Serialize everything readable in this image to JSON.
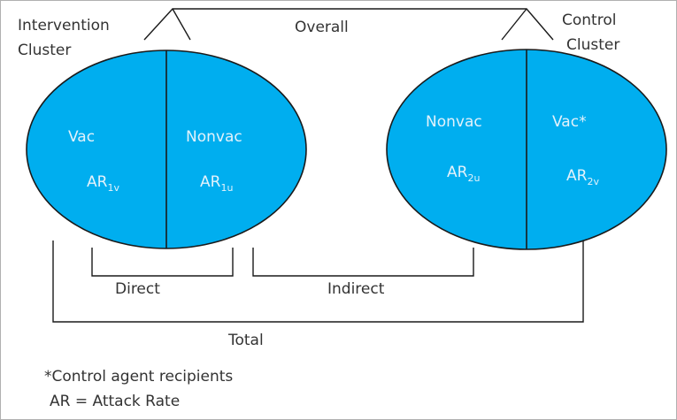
{
  "colors": {
    "ellipse_fill": "#00aeef",
    "line": "#1a1a1a",
    "text_dark": "#333333",
    "text_light": "#e3f2fb"
  },
  "labels": {
    "intervention_line1": "Intervention",
    "intervention_line2": "Cluster",
    "control_line1": "Control",
    "control_line2": "Cluster",
    "overall": "Overall",
    "direct": "Direct",
    "indirect": "Indirect",
    "total": "Total"
  },
  "intervention_cluster": {
    "vac": {
      "label": "Vac",
      "ar": "AR",
      "ar_sub": "1v"
    },
    "nonvac": {
      "label": "Nonvac",
      "ar": "AR",
      "ar_sub": "1u"
    }
  },
  "control_cluster": {
    "nonvac": {
      "label": "Nonvac",
      "ar": "AR",
      "ar_sub": "2u"
    },
    "vac": {
      "label": "Vac*",
      "ar": "AR",
      "ar_sub": "2v"
    }
  },
  "footnotes": {
    "control_agent": "*Control agent recipients",
    "ar_definition": "AR = Attack Rate"
  }
}
